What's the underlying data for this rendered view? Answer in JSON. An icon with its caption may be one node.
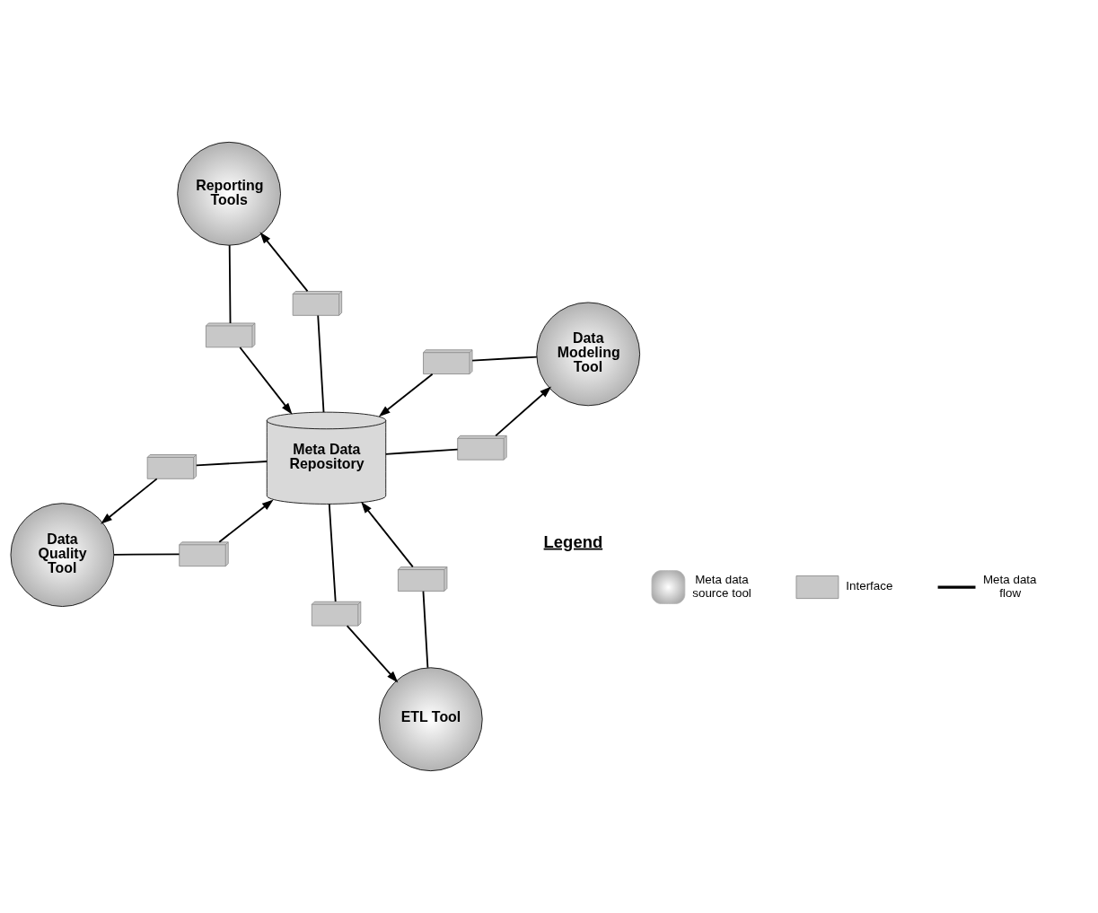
{
  "diagram": {
    "nodes": [
      {
        "text": [
          "Data Quality Tool"
        ]
      },
      {
        "text": [
          "ETL Tool"
        ]
      },
      {
        "text": [
          "Meta Data Repository"
        ]
      },
      {
        "text": [
          "Data Modeling Tool"
        ]
      },
      {
        "text": [
          "Reporting Tools"
        ]
      },
      {
        "text": [],
        "shape": "box"
      },
      {
        "text": [],
        "shape": "box"
      },
      {
        "text": [],
        "shape": "box"
      },
      {
        "text": [],
        "shape": "box"
      },
      {
        "text": [],
        "shape": "box"
      },
      {
        "text": [],
        "shape": "box"
      },
      {
        "text": [],
        "shape": "box"
      },
      {
        "text": [],
        "shape": "box"
      }
    ],
    "edges": [
      {
        "from": 0,
        "to": 8,
        "arrow": "none"
      },
      {
        "from": 8,
        "to": 2,
        "arrow": "to"
      },
      {
        "from": 2,
        "to": 5,
        "arrow": "none"
      },
      {
        "from": 5,
        "to": 0,
        "arrow": "to"
      },
      {
        "from": 2,
        "to": 6,
        "arrow": "none"
      },
      {
        "from": 6,
        "to": 1,
        "arrow": "to"
      },
      {
        "from": 1,
        "to": 7,
        "arrow": "none"
      },
      {
        "from": 7,
        "to": 2,
        "arrow": "to"
      },
      {
        "from": 2,
        "to": 9,
        "arrow": "none"
      },
      {
        "from": 9,
        "to": 3,
        "arrow": "to"
      },
      {
        "from": 3,
        "to": 12,
        "arrow": "none"
      },
      {
        "from": 12,
        "to": 2,
        "arrow": "to"
      },
      {
        "from": 2,
        "to": 10,
        "arrow": "none"
      },
      {
        "from": 10,
        "to": 4,
        "arrow": "to"
      },
      {
        "from": 4,
        "to": 11,
        "arrow": "none"
      },
      {
        "from": 11,
        "to": 2,
        "arrow": "to"
      }
    ],
    "labels": [
      "Legend"
    ],
    "legend": [
      {
        "text": "Meta data source tool"
      },
      {
        "text": "Interface"
      },
      {
        "text": "Meta data flow"
      }
    ]
  }
}
